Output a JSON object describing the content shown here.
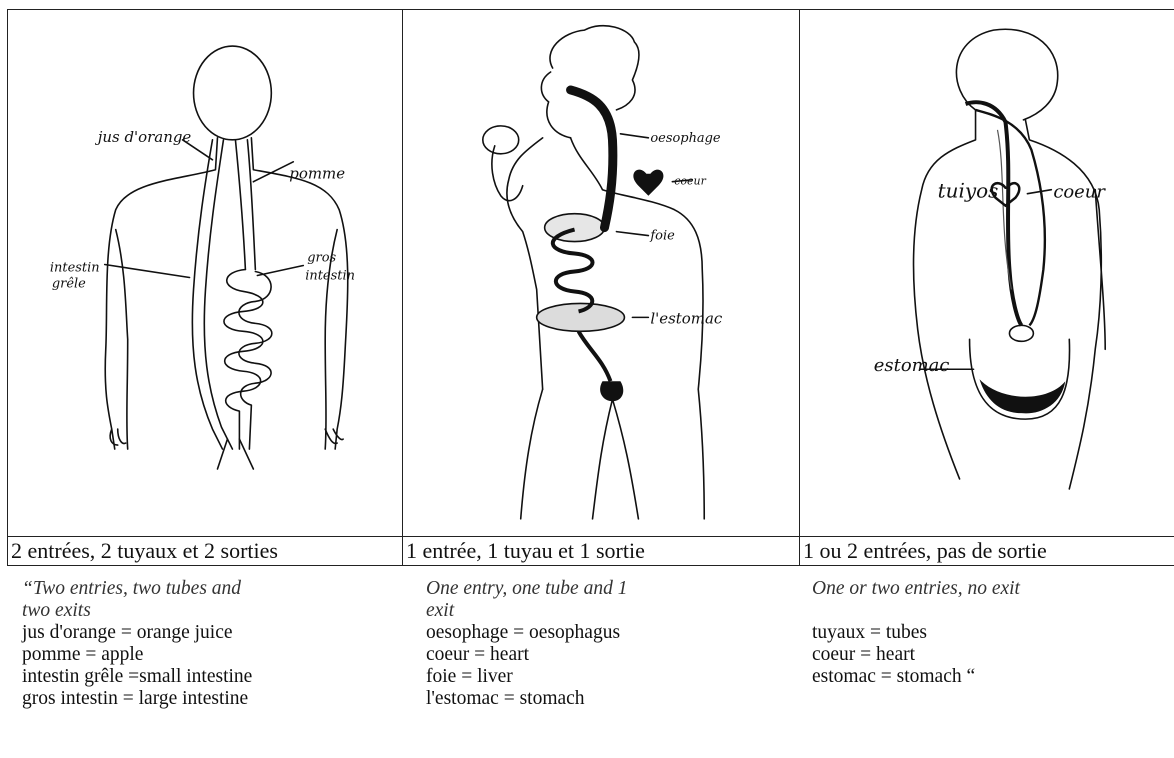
{
  "panels": [
    {
      "caption": "2 entrées, 2 tuyaux et 2 sorties",
      "labels": {
        "orange_juice": "jus d'orange",
        "apple": "pomme",
        "small_intestine_1": "intestin",
        "small_intestine_2": "grêle",
        "large_intestine_1": "gros",
        "large_intestine_2": "intestin"
      },
      "translation": {
        "title_line1": "“Two entries, two tubes and",
        "title_line2": "two exits",
        "lines": [
          "jus d'orange = orange juice",
          "pomme = apple",
          "intestin grêle =small intestine",
          "gros intestin = large intestine"
        ]
      }
    },
    {
      "caption": "1 entrée, 1 tuyau et 1 sortie",
      "labels": {
        "oesophagus": "oesophage",
        "heart": "coeur",
        "liver": "foie",
        "stomach": "l'estomac"
      },
      "translation": {
        "title_line1": "One entry, one tube and 1",
        "title_line2": "exit",
        "lines": [
          "oesophage =  oesophagus",
          "coeur =  heart",
          "foie = liver",
          "l'estomac = stomach"
        ]
      }
    },
    {
      "caption": "1 ou 2 entrées, pas de sortie",
      "labels": {
        "tubes": "tuiyos",
        "heart": "coeur",
        "stomach": "estomac"
      },
      "translation": {
        "title_line1": "One or two entries, no exit",
        "title_line2": "",
        "lines": [
          "tuyaux =  tubes",
          "coeur  = heart",
          "estomac = stomach “"
        ]
      }
    }
  ]
}
